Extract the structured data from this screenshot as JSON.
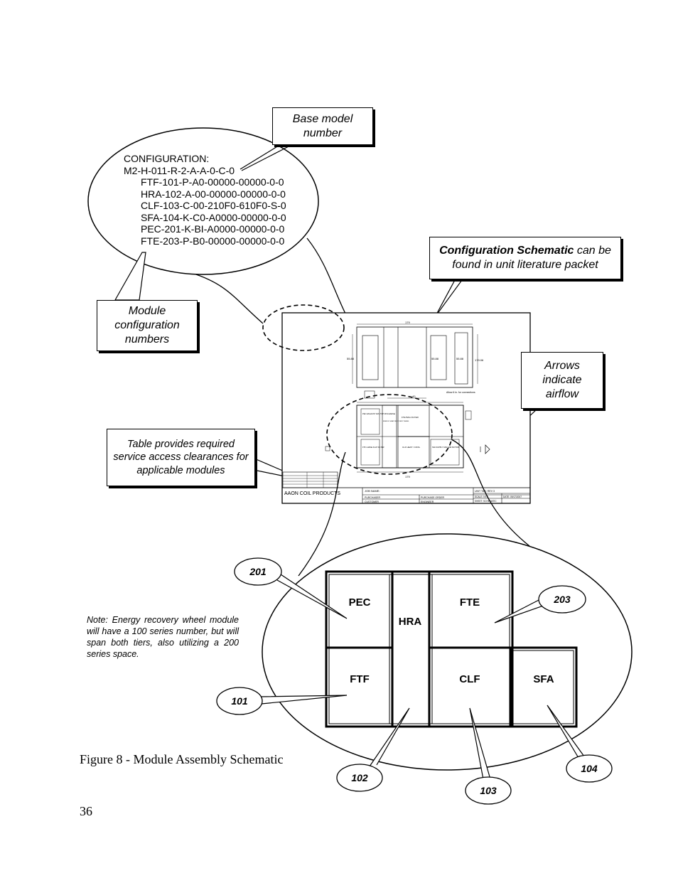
{
  "callouts": {
    "base_model": "Base model number",
    "module_config": "Module configuration numbers",
    "schematic_bold": "Configuration Schematic",
    "schematic_rest": " can be found in unit literature packet",
    "arrows": "Arrows indicate airflow",
    "table": "Table provides required service access clearances for applicable modules"
  },
  "configuration": {
    "header": "CONFIGURATION:",
    "model": "M2-H-011-R-2-A-A-0-C-0",
    "modules": [
      "FTF-101-P-A0-00000-00000-0-0",
      "HRA-102-A-00-00000-00000-0-0",
      "CLF-103-C-00-210F0-610F0-S-0",
      "SFA-104-K-C0-A0000-00000-0-0",
      "PEC-201-K-BI-A0000-00000-0-0",
      "FTE-203-P-B0-00000-00000-0-0"
    ]
  },
  "drawing": {
    "title_block_company": "AAON COIL PRODUCTS",
    "job_name": "JOB NAME:",
    "purchaser": "PURCHASER",
    "purchase_order": "PURCHASE ORDER",
    "customer": "CUSTOMER",
    "engineer": "ENGINEER",
    "unit_tag": "UNIT TAG: REV 3",
    "scale": "SCALE: NTS",
    "date": "DATE: 09/17/2007",
    "sheet": "SHEET: SCHEMATIC",
    "dim_top": "179",
    "dim_bottom": "179",
    "dim_mid": "40",
    "dim_h1": "55.88",
    "dim_h2": "55.88",
    "dim_h3": "55.88",
    "dim_h4": "179.06",
    "note_conn": "Allow 6 in. for connections",
    "rows": [
      "PEC EXHAUST FAN TOP DISCHARGE",
      "ENERGY HEAT RECOVERY WHEEL",
      "FTE BAG FILTER",
      "FTF LARGE FLAT FILTER",
      "CLF HEAT / COOL",
      "SFA SUPPLY FAN END MOTOR"
    ]
  },
  "modules": {
    "pec": "PEC",
    "hra": "HRA",
    "fte": "FTE",
    "ftf": "FTF",
    "clf": "CLF",
    "sfa": "SFA"
  },
  "numbers": {
    "n201": "201",
    "n203": "203",
    "n101": "101",
    "n102": "102",
    "n103": "103",
    "n104": "104"
  },
  "note": "Note: Energy recovery wheel module will have a 100 series number, but will span both tiers, also utilizing a 200 series space.",
  "caption": "Figure 8 - Module Assembly Schematic",
  "page_number": "36"
}
